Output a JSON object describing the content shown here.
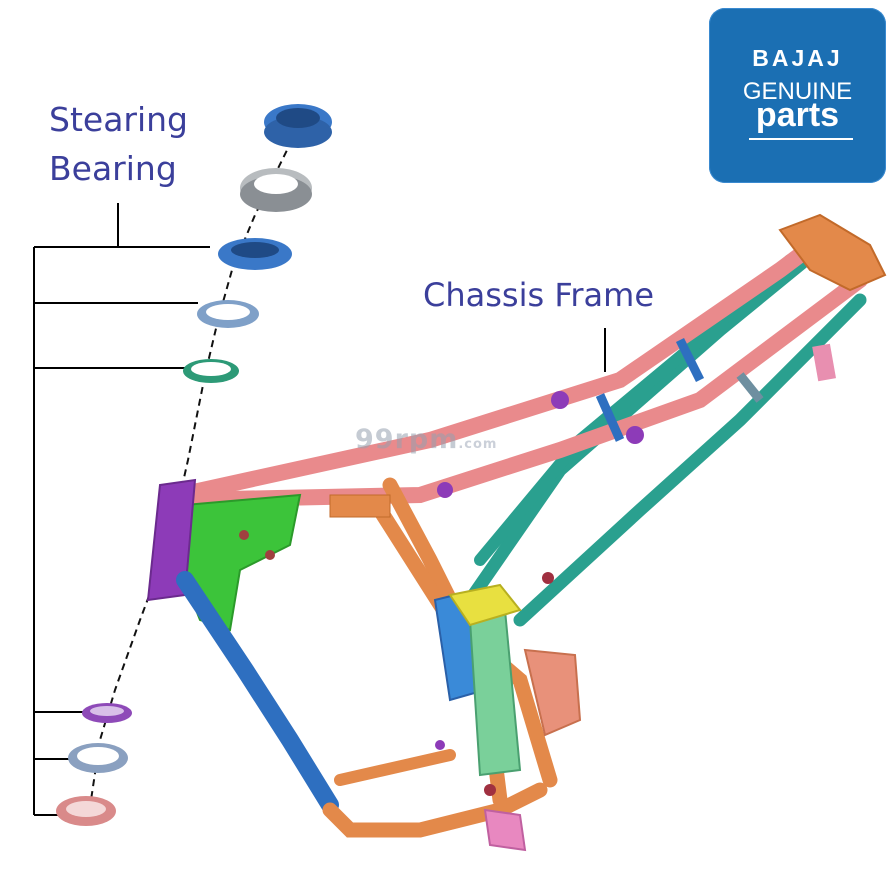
{
  "labels": {
    "bearing_line1": "Stearing",
    "bearing_line2": "Bearing",
    "chassis": "Chassis Frame"
  },
  "logo": {
    "brand": "BAJAJ",
    "line2": "GENUINE",
    "line3": "parts"
  },
  "watermark": {
    "main": "99rpm",
    "tail": ".com"
  },
  "colors": {
    "label_text": "#3b3f9b",
    "logo_bg": "#1b6fb3",
    "frame_pink": "#e98a8c",
    "frame_teal": "#2aa08f",
    "frame_orange": "#e3894a",
    "frame_green": "#3cc43a",
    "frame_blue": "#2e6fc0",
    "frame_purple": "#8d3bb8",
    "bearing_blue": "#3a78c8",
    "bearing_gray": "#9ea3a8",
    "bearing_teal": "#2d9a77",
    "bearing_purple": "#8e4ab8",
    "bearing_pink": "#d98a8a"
  }
}
